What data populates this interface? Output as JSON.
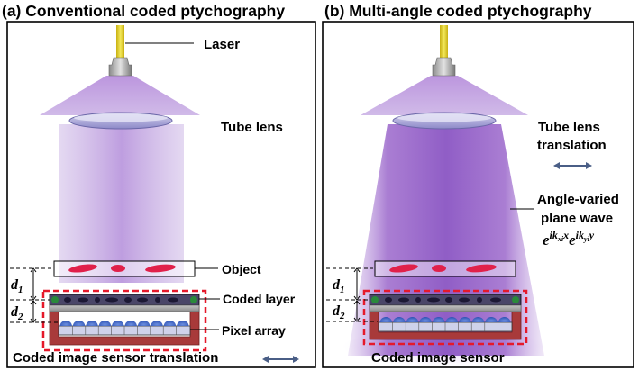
{
  "panel_a": {
    "title": "(a) Conventional coded ptychography",
    "laser": "Laser",
    "tube_lens": "Tube lens",
    "object": "Object",
    "coded_layer": "Coded layer",
    "pixel_array": "Pixel array",
    "d1": "d",
    "d1_sub": "1",
    "d2": "d",
    "d2_sub": "2",
    "bottom": "Coded image sensor translation"
  },
  "panel_b": {
    "title": "(b)  Multi-angle coded ptychography",
    "tube_lens_1": "Tube lens",
    "tube_lens_2": "translation",
    "angle_1": "Angle-varied",
    "angle_2": "plane wave",
    "eq_e1": "e",
    "eq_exp1": "ik",
    "eq_sub1": "xi",
    "eq_x": "x",
    "eq_e2": "e",
    "eq_exp2": "ik",
    "eq_sub2": "yi",
    "eq_y": "y",
    "d1": "d",
    "d1_sub": "1",
    "d2": "d",
    "d2_sub": "2",
    "bottom": "Coded image sensor"
  },
  "colors": {
    "laser_fiber": "#e6d22a",
    "beam": "#a47ad0",
    "beam_b": "#8c55c4",
    "lens": "#a9a6d8",
    "object_spots": "#e0204a",
    "sensor_frame": "#a83a3a",
    "pixel": "#3b64c6",
    "dashed_box": "#e5192a",
    "arrow": "#4a5e86"
  }
}
